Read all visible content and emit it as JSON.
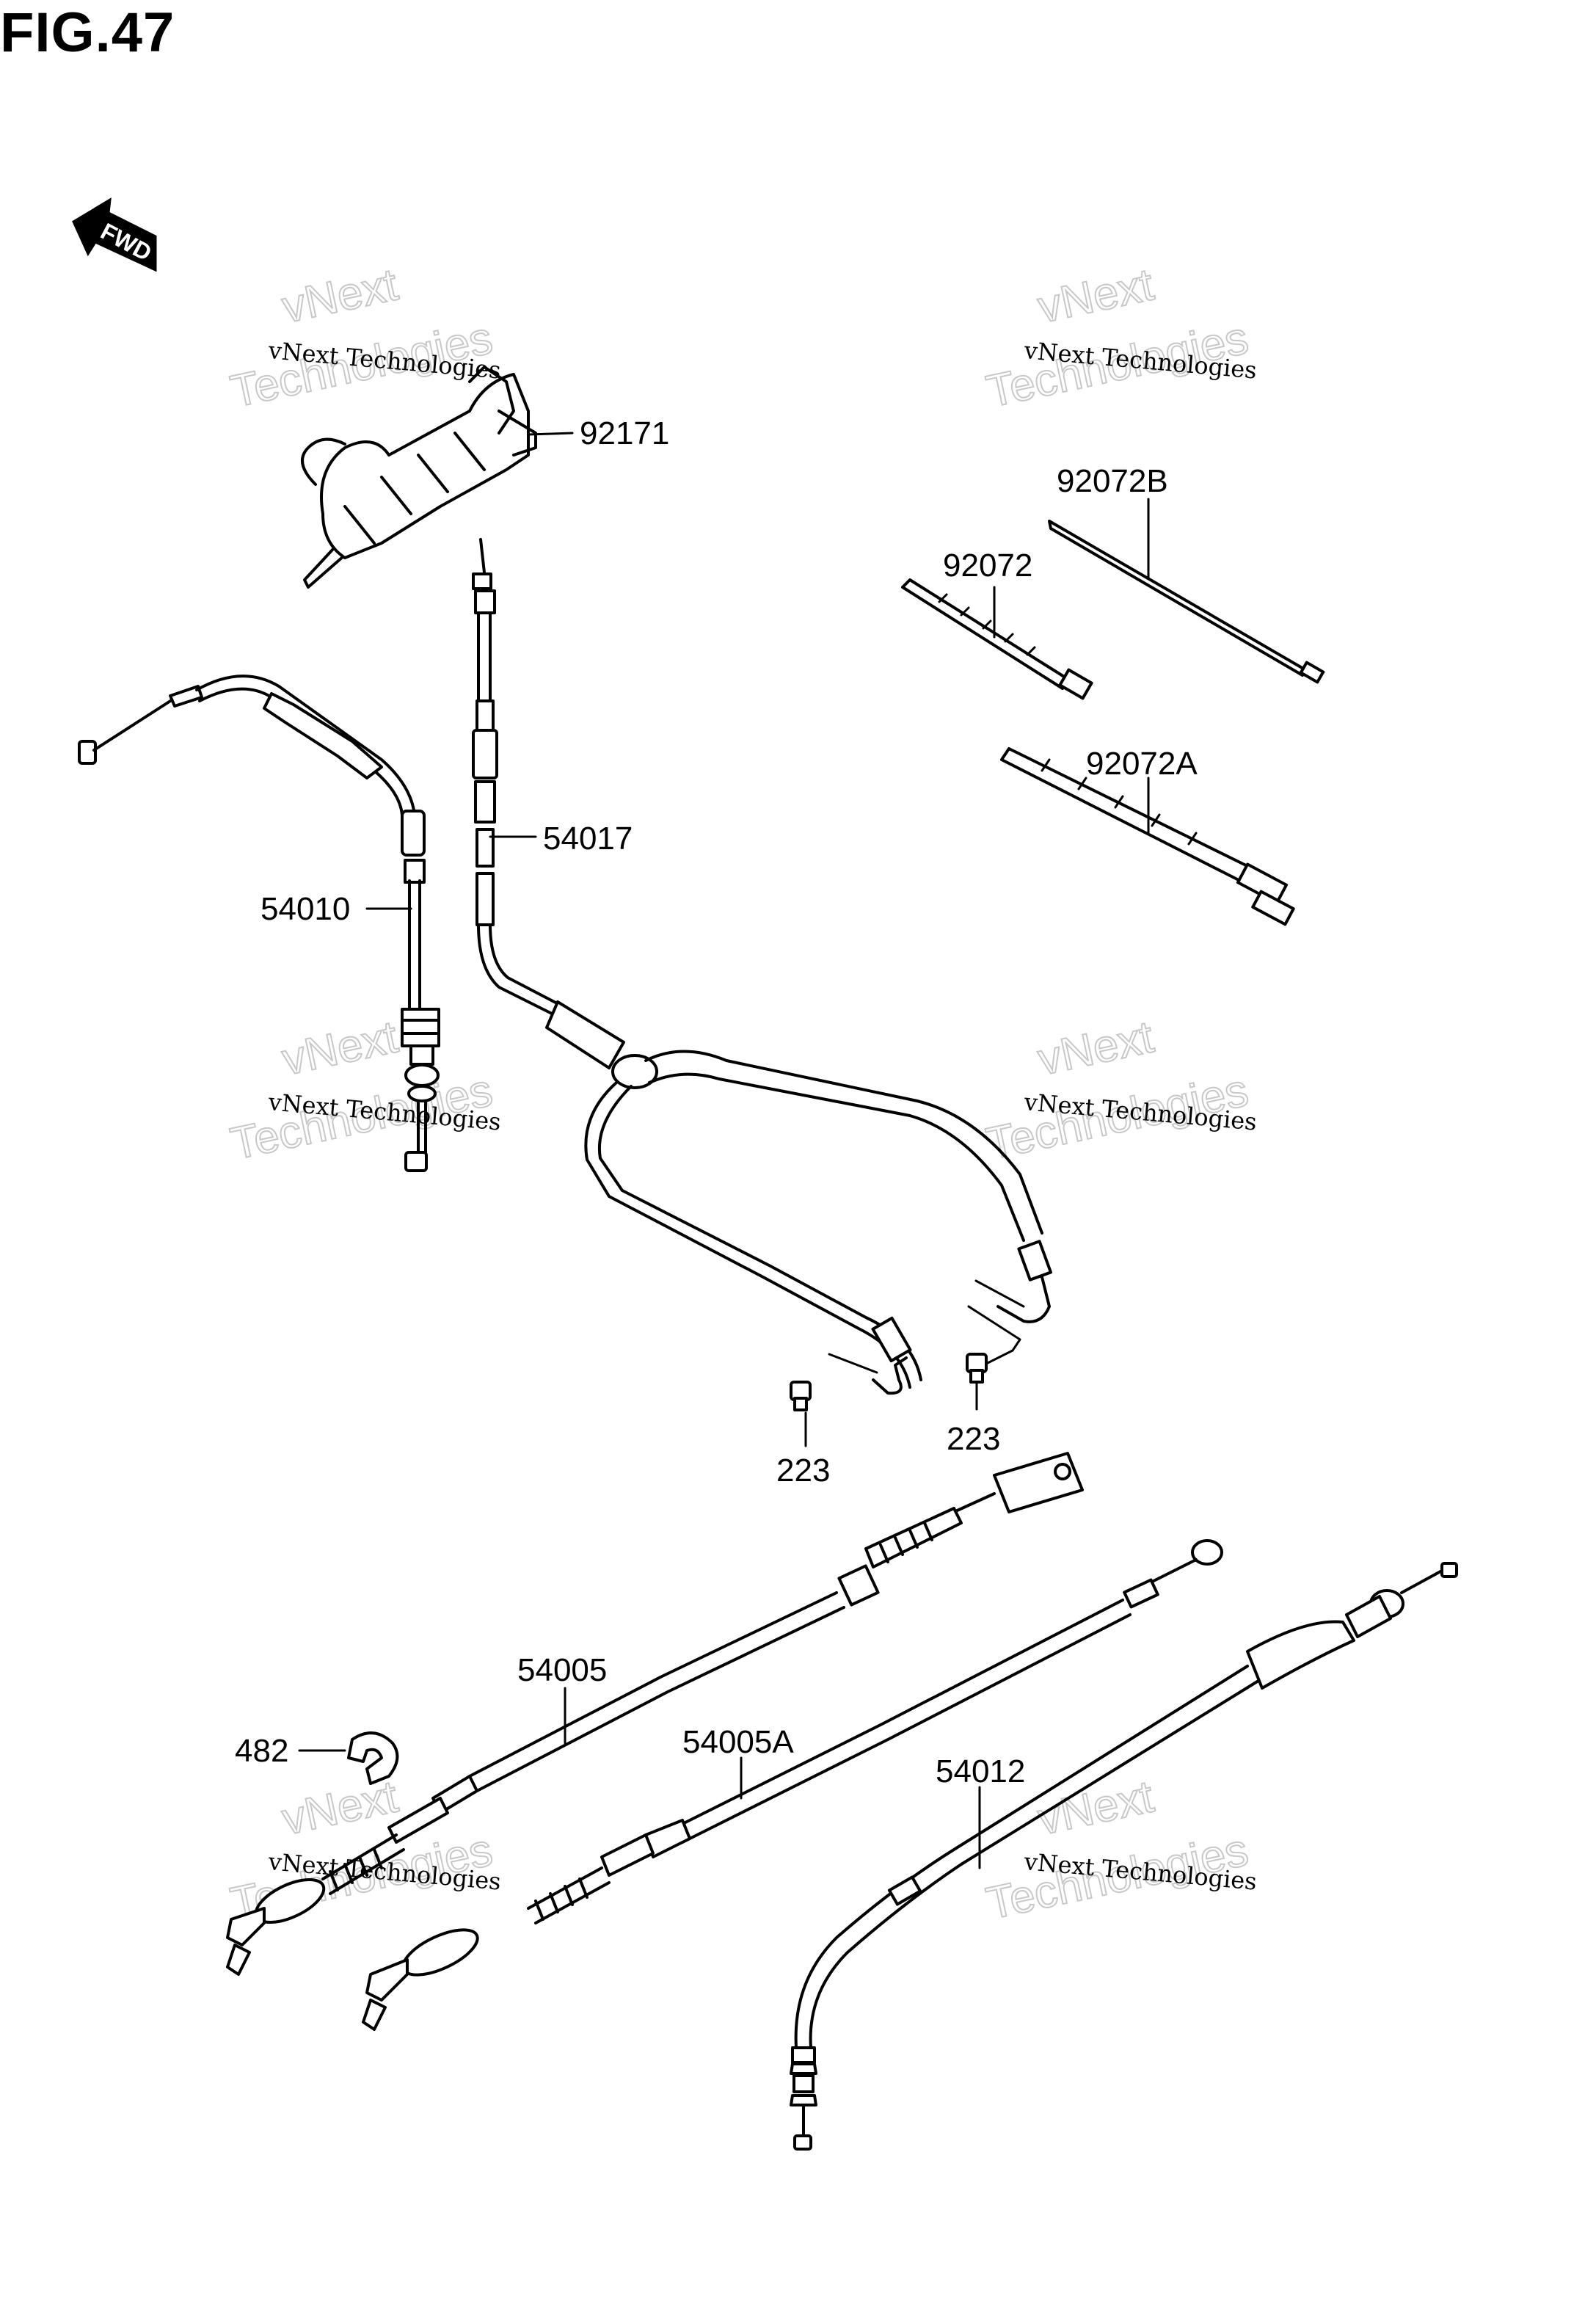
{
  "figure": {
    "title": "FIG.47"
  },
  "fwd_arrow": {
    "label": "FWD"
  },
  "watermark": {
    "line1": "vNext Technologies",
    "line2": "vNext",
    "line3": "Technologies"
  },
  "callouts": {
    "p92171": "92171",
    "p54010": "54010",
    "p54017": "54017",
    "p92072b": "92072B",
    "p92072": "92072",
    "p92072a": "92072A",
    "p223a": "223",
    "p223b": "223",
    "p54005": "54005",
    "p482": "482",
    "p54005a": "54005A",
    "p54012": "54012"
  }
}
